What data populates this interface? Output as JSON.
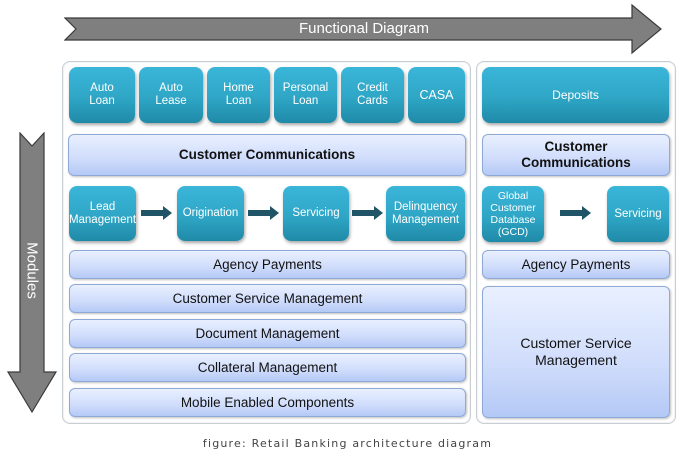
{
  "header_arrow": {
    "label": "Functional Diagram",
    "color": "#7f7f7f"
  },
  "side_arrow": {
    "label": "Modules",
    "color": "#7f7f7f"
  },
  "left_panel": {
    "products": [
      {
        "label": "Auto\nLoan"
      },
      {
        "label": "Auto\nLease"
      },
      {
        "label": "Home\nLoan"
      },
      {
        "label": "Personal\nLoan"
      },
      {
        "label": "Credit\nCards"
      },
      {
        "label": "CASA"
      }
    ],
    "customer_communications": "Customer Communications",
    "process_flow": [
      {
        "label": "Lead\nManagement"
      },
      {
        "label": "Origination"
      },
      {
        "label": "Servicing"
      },
      {
        "label": "Delinquency\nManagement"
      }
    ],
    "modules": [
      "Agency Payments",
      "Customer Service Management",
      "Document Management",
      "Collateral Management",
      "Mobile Enabled Components"
    ]
  },
  "right_panel": {
    "product": "Deposits",
    "customer_communications": "Customer\nCommunications",
    "process_flow": [
      {
        "label": "Global\nCustomer\nDatabase\n(GCD)"
      },
      {
        "label": "Servicing"
      }
    ],
    "agency_payments": "Agency Payments",
    "customer_service": "Customer Service\nManagement"
  },
  "colors": {
    "teal_box": "#2fa6c6",
    "blue_box": "#cfdcfb",
    "flow_arrow": "#1f5566"
  },
  "caption": "figure: Retail Banking architecture diagram"
}
